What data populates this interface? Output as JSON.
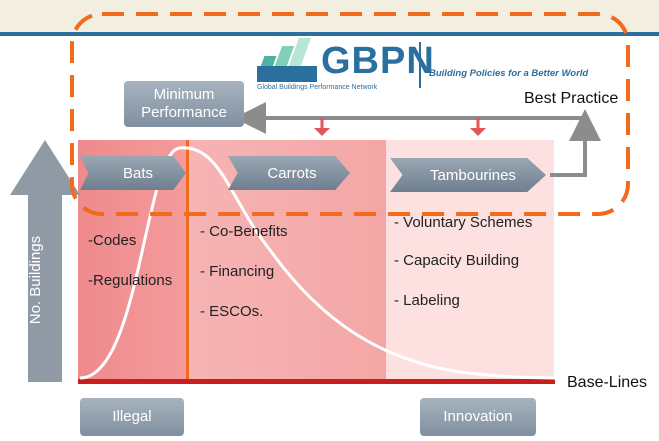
{
  "logo": {
    "name": "GBPN",
    "subtitle": "Global Buildings Performance Network",
    "tagline": "Building Policies for a Better World"
  },
  "labels": {
    "minimum_performance": "Minimum Performance",
    "best_practice": "Best Practice",
    "baselines": "Base-Lines",
    "no_buildings": "No. Buildings",
    "illegal": "Illegal",
    "innovation": "Innovation"
  },
  "chevrons": {
    "bats": "Bats",
    "carrots": "Carrots",
    "tambourines": "Tambourines"
  },
  "lists": {
    "bats": [
      "-Codes",
      "-Regulations"
    ],
    "carrots": [
      "- Co-Benefits",
      "- Financing",
      "- ESCOs."
    ],
    "tambourines": [
      "- Voluntary Schemes",
      "- Capacity Building",
      "- Labeling"
    ]
  },
  "colors": {
    "frame_dash": "#f26a1b",
    "brand_blue": "#2a6f9e",
    "baseline_red": "#c81e1e",
    "arrow_gray": "#8c8c8c",
    "down_arrow": "#e0565a"
  }
}
